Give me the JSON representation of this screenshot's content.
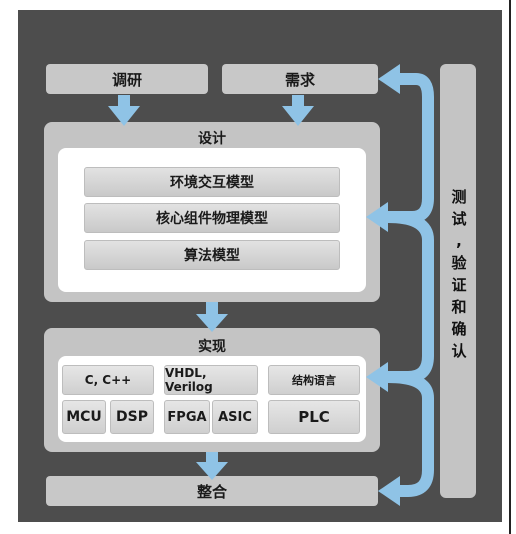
{
  "top": {
    "research": "调研",
    "requirements": "需求"
  },
  "design": {
    "title": "设计",
    "models": [
      "环境交互模型",
      "核心组件物理模型",
      "算法模型"
    ]
  },
  "implementation": {
    "title": "实现",
    "languages": [
      "C, C++",
      "VHDL, Verilog",
      "结构语言"
    ],
    "platforms": [
      "MCU",
      "DSP",
      "FPGA",
      "ASIC",
      "PLC"
    ]
  },
  "integration": "整合",
  "verification": [
    "测",
    "试",
    ",",
    "验",
    "证",
    "和",
    "确",
    "认"
  ],
  "colors": {
    "arrow": "#8fc3e6",
    "frame": "#4d4d4d",
    "box": "#c8c8c8"
  }
}
